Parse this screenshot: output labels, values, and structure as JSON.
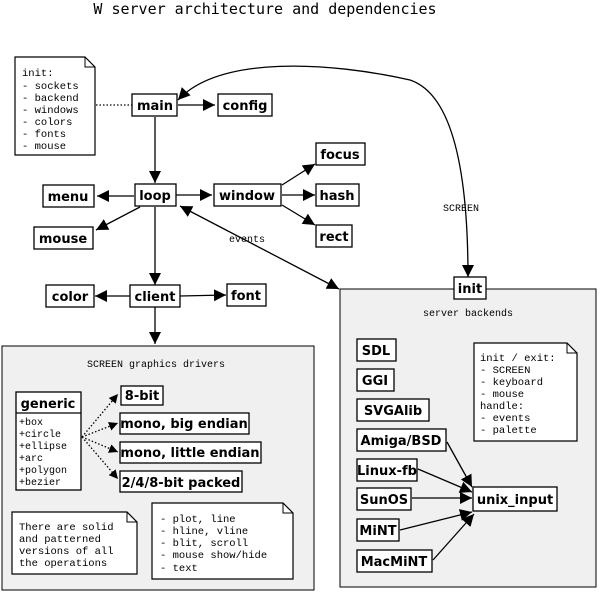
{
  "title": "W server architecture and dependencies",
  "nodes": {
    "main": "main",
    "config": "config",
    "loop": "loop",
    "menu": "menu",
    "mouse": "mouse",
    "window": "window",
    "focus": "focus",
    "hash": "hash",
    "rect": "rect",
    "client": "client",
    "color": "color",
    "font": "font",
    "init": "init",
    "generic": "generic",
    "bit8": "8-bit",
    "mono_big": "mono, big endian",
    "mono_little": "mono, little endian",
    "packed": "2/4/8-bit packed",
    "sdl": "SDL",
    "ggi": "GGI",
    "svgalib": "SVGAlib",
    "amiga_bsd": "Amiga/BSD",
    "linux_fb": "Linux-fb",
    "sunos": "SunOS",
    "mint": "MiNT",
    "macmint": "MacMiNT",
    "unix_input": "unix_input"
  },
  "notes": {
    "init": [
      "init:",
      "- sockets",
      "- backend",
      "- windows",
      "- colors",
      "- fonts",
      "- mouse"
    ],
    "generic_ops": [
      "+box",
      "+circle",
      "+ellipse",
      "+arc",
      "+polygon",
      "+bezier"
    ],
    "solid": [
      "There are solid",
      "and patterned",
      "versions of all",
      "the operations"
    ],
    "ops": [
      "- plot, line",
      "- hline, vline",
      "- blit, scroll",
      "- mouse show/hide",
      "- text"
    ],
    "backend": [
      "init / exit:",
      "- SCREEN",
      "- keyboard",
      "- mouse",
      "handle:",
      "- events",
      "- palette"
    ]
  },
  "labels": {
    "screen": "SCREEN",
    "events": "events",
    "drivers_panel": "SCREEN graphics drivers",
    "backends_panel": "server backends"
  }
}
